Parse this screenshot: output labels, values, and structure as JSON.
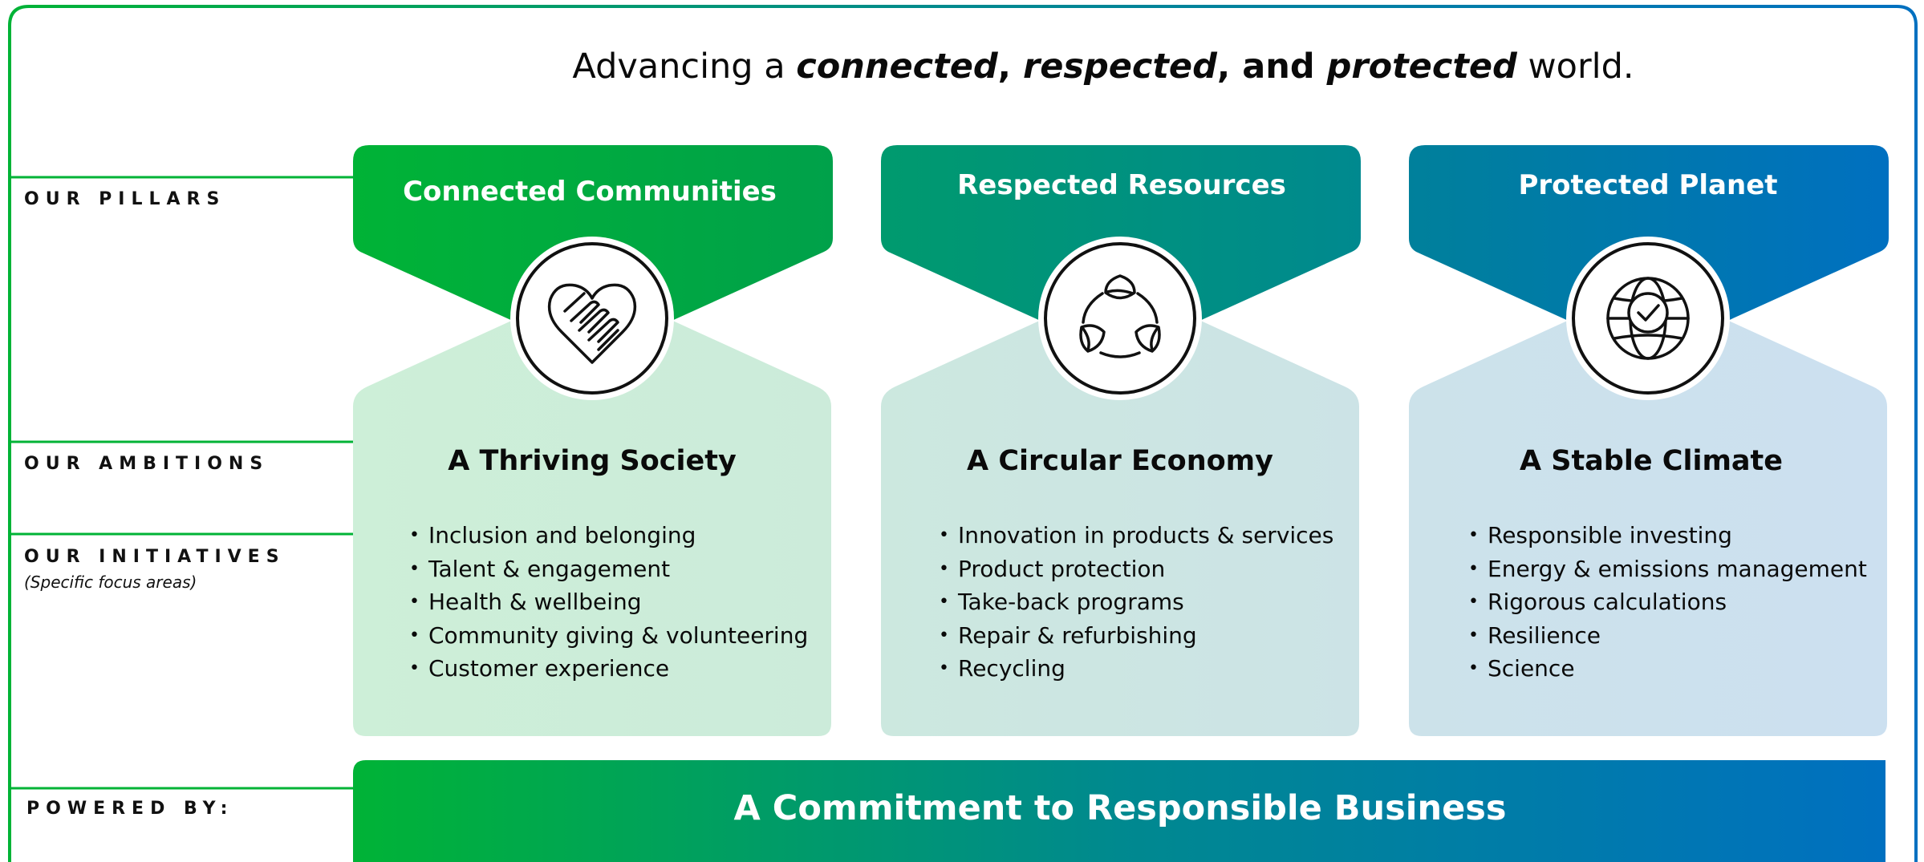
{
  "headline": {
    "prefix": "Advancing a ",
    "word1": "connected",
    "sep1": ", ",
    "word2": "respected",
    "sep2": ", and ",
    "word3": "protected",
    "suffix": " world."
  },
  "row_labels": {
    "pillars": "OUR PILLARS",
    "ambitions": "OUR AMBITIONS",
    "initiatives": "OUR INITIATIVES",
    "initiatives_note": "(Specific focus areas)",
    "powered_by": "POWERED BY:"
  },
  "columns": [
    {
      "pillar": "Connected Communities",
      "icon": "heart-handshake-icon",
      "ambition": "A Thriving Society",
      "initiatives": [
        "Inclusion and belonging",
        "Talent & engagement",
        "Health & wellbeing",
        "Community giving & volunteering",
        "Customer experience"
      ]
    },
    {
      "pillar": "Respected Resources",
      "icon": "recycle-leaves-icon",
      "ambition": "A Circular Economy",
      "initiatives": [
        "Innovation in products & services",
        "Product protection",
        "Take-back programs",
        "Repair & refurbishing",
        "Recycling"
      ]
    },
    {
      "pillar": "Protected Planet",
      "icon": "globe-check-icon",
      "ambition": "A Stable Climate",
      "initiatives": [
        "Responsible investing",
        "Energy & emissions management",
        "Rigorous calculations",
        "Resilience",
        "Science"
      ]
    }
  ],
  "footer": {
    "title": "A Commitment to Responsible Business"
  },
  "colors": {
    "green": "#00B336",
    "teal": "#00898F",
    "blue": "#0070C0",
    "light_green": "#CDEED8",
    "light_teal": "#CCE5E6",
    "light_blue": "#CCE0F0"
  }
}
